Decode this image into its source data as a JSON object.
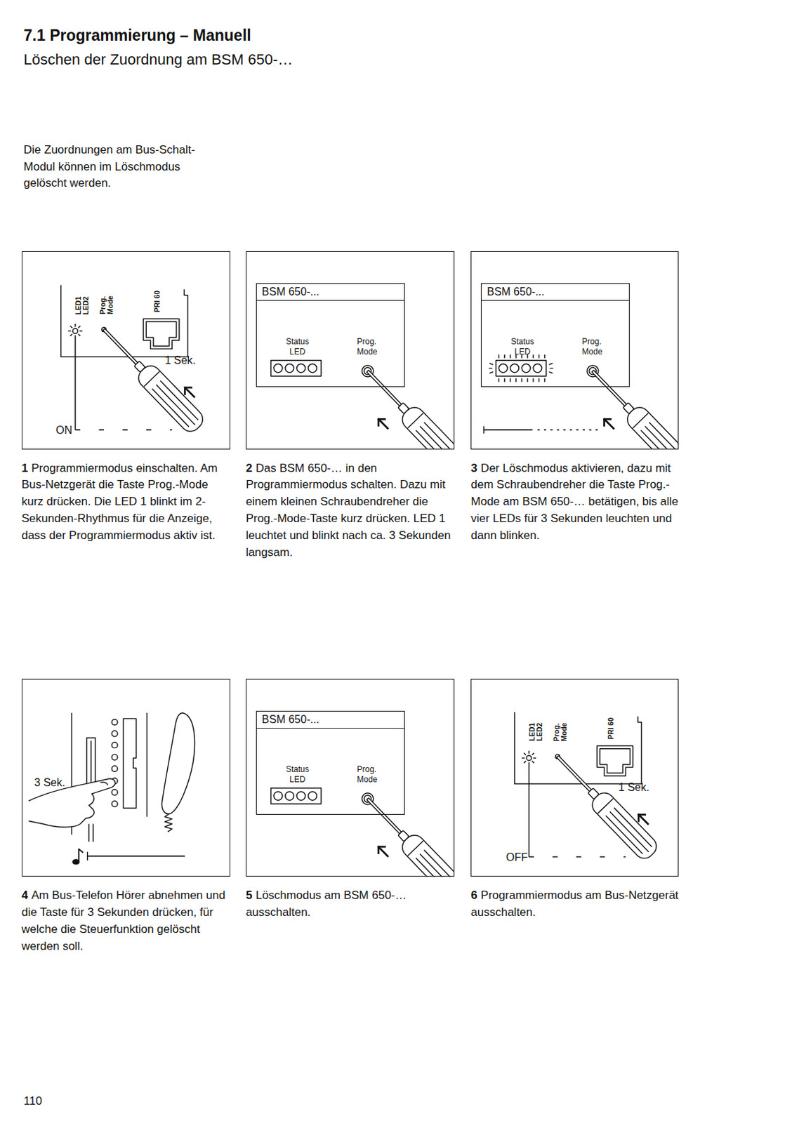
{
  "diagram": {
    "title": "7.1 Programmierung – Manuell",
    "nodes": [
      {
        "text": [
          "1",
          "Programmiermodus einschalten. Am Bus-Netzgerät die Taste Prog.-Mode kurz drücken. Die LED 1 blinkt im 2-Sekunden-Rhythmus für die Anzeige, dass der Programmiermodus aktiv ist."
        ]
      },
      {
        "text": [
          "2",
          "Das BSM 650-… in den Programmiermodus schalten. Dazu mit einem kleinen Schraubendreher die Prog.-Mode-Taste kurz drücken. LED 1 leuchtet und blinkt nach ca. 3 Sekunden langsam."
        ]
      },
      {
        "text": [
          "BSM 650-..."
        ],
        "in": 1
      },
      {
        "text": [
          "3",
          "Der Löschmodus aktivieren, dazu mit dem Schraubendreher die Taste Prog.-Mode am BSM 650-… betätigen, bis alle vier LEDs für 3 Sekunden leuchten und dann blinken."
        ]
      },
      {
        "text": [
          "BSM 650-..."
        ],
        "in": 3
      },
      {
        "text": [
          "4",
          "Am Bus-Telefon Hörer abnehmen und die Taste für 3 Sekunden drücken, für welche die Steuerfunktion gelöscht werden soll."
        ]
      },
      {
        "text": [
          "5",
          "Löschmodus am BSM 650-… ausschalten."
        ]
      },
      {
        "text": [
          "BSM 650-..."
        ],
        "in": 6
      },
      {
        "text": [
          "6",
          "Programmiermodus am Bus-Netzgerät ausschalten."
        ]
      }
    ],
    "labels": [
      "Löschen der Zuordnung am BSM 650-…",
      "Die Zuordnungen am Bus-Schalt-Modul können im Löschmodus gelöscht werden.",
      "LED1",
      "LED2",
      "Prog. Mode",
      "PRI 60",
      "1 Sek.",
      "ON",
      "Status LED",
      "Prog. Mode",
      "Status LED",
      "Prog. Mode",
      "3 Sek.",
      "Status LED",
      "Prog. Mode",
      "LED1",
      "LED2",
      "Prog. Mode",
      "PRI 60",
      "1 Sek.",
      "OFF",
      "110"
    ]
  }
}
